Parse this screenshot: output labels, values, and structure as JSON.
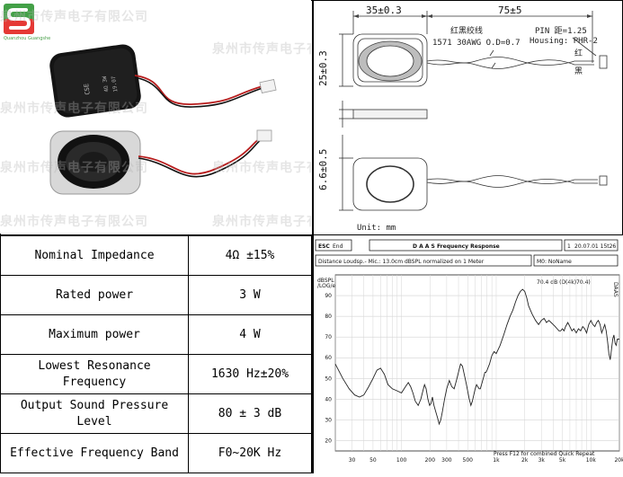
{
  "logo": {
    "sub": "Quanzhou Guangshe"
  },
  "watermark": "泉州市传声电子有限公司",
  "drawing": {
    "dim_width": "35±0.3",
    "dim_cable": "75±5",
    "dim_height": "25±0.3",
    "dim_depth": "6.6±0.5",
    "wire_label": "红黑绞线",
    "wire_spec": "1571 30AWG O.D=0.7",
    "pin_spec": "PIN 距=1.25",
    "housing": "Housing: PHR-2",
    "red": "红",
    "black": "黑",
    "unit": "Unit: mm"
  },
  "specs": [
    {
      "label": "Nominal Impedance",
      "value": "4Ω ±15%"
    },
    {
      "label": "Rated power",
      "value": "3 W"
    },
    {
      "label": "Maximum power",
      "value": "4 W"
    },
    {
      "label": "Lowest Resonance Frequency",
      "value": "1630 Hz±20%"
    },
    {
      "label": "Output Sound Pressure Level",
      "value": "80 ± 3 dB"
    },
    {
      "label": "Effective Frequency Band",
      "value": "F0~20K Hz"
    }
  ],
  "response": {
    "esc": "ESC",
    "end": "End",
    "title": "D A A S  Frequency Response",
    "date": "20.07.01 15t26",
    "index": "1",
    "desc": "Distance Loudsp.- Mic.: 13.0cm dBSPL normalized on 1 Meter",
    "m_label": "M0: NoName",
    "y_unit_1": "dBSPL",
    "y_unit_2": "/LOG/e",
    "readout": "70.4 dB (D(4k)70.4)",
    "side_tag": "DAAS",
    "footer": "Press F12 for combined Quick Repeat"
  },
  "chart_data": {
    "type": "line",
    "title": "Frequency Response",
    "ylabel": "dBSPL",
    "xlabel": "",
    "x_scale": "log",
    "xlim": [
      20,
      20000
    ],
    "ylim": [
      15,
      100
    ],
    "yticks": [
      20,
      30,
      40,
      50,
      60,
      70,
      80,
      90
    ],
    "xticks": [
      30,
      50,
      100,
      200,
      300,
      500,
      1000,
      2000,
      3000,
      5000,
      10000,
      20000
    ],
    "xtick_labels": [
      "30",
      "50",
      "100",
      "200",
      "300",
      "500",
      "1k",
      "2k",
      "3k",
      "5k",
      "10k",
      "20k"
    ],
    "grid": true,
    "series": [
      {
        "points": [
          [
            20,
            57
          ],
          [
            24,
            50
          ],
          [
            28,
            45
          ],
          [
            32,
            42
          ],
          [
            36,
            41
          ],
          [
            40,
            42
          ],
          [
            45,
            46
          ],
          [
            50,
            50
          ],
          [
            55,
            54
          ],
          [
            60,
            55
          ],
          [
            66,
            52
          ],
          [
            72,
            47
          ],
          [
            80,
            45
          ],
          [
            90,
            44
          ],
          [
            100,
            43
          ],
          [
            110,
            46
          ],
          [
            118,
            48
          ],
          [
            125,
            46
          ],
          [
            132,
            43
          ],
          [
            140,
            39
          ],
          [
            150,
            37
          ],
          [
            160,
            40
          ],
          [
            168,
            44
          ],
          [
            175,
            47
          ],
          [
            182,
            45
          ],
          [
            190,
            40
          ],
          [
            198,
            37
          ],
          [
            205,
            38
          ],
          [
            212,
            41
          ],
          [
            220,
            37
          ],
          [
            230,
            34
          ],
          [
            240,
            31
          ],
          [
            250,
            28
          ],
          [
            260,
            30
          ],
          [
            270,
            34
          ],
          [
            285,
            40
          ],
          [
            300,
            45
          ],
          [
            320,
            49
          ],
          [
            340,
            46
          ],
          [
            360,
            45
          ],
          [
            380,
            49
          ],
          [
            400,
            53
          ],
          [
            420,
            57
          ],
          [
            440,
            56
          ],
          [
            460,
            52
          ],
          [
            480,
            48
          ],
          [
            500,
            44
          ],
          [
            520,
            40
          ],
          [
            540,
            37
          ],
          [
            560,
            39
          ],
          [
            580,
            42
          ],
          [
            600,
            45
          ],
          [
            620,
            47
          ],
          [
            640,
            46
          ],
          [
            660,
            45
          ],
          [
            680,
            45
          ],
          [
            700,
            47
          ],
          [
            720,
            49
          ],
          [
            740,
            51
          ],
          [
            760,
            53
          ],
          [
            780,
            53
          ],
          [
            800,
            54
          ],
          [
            850,
            57
          ],
          [
            900,
            61
          ],
          [
            950,
            63
          ],
          [
            1000,
            62
          ],
          [
            1100,
            66
          ],
          [
            1200,
            71
          ],
          [
            1300,
            76
          ],
          [
            1400,
            80
          ],
          [
            1500,
            83
          ],
          [
            1600,
            87
          ],
          [
            1700,
            90
          ],
          [
            1800,
            92
          ],
          [
            1900,
            93
          ],
          [
            2000,
            92
          ],
          [
            2100,
            89
          ],
          [
            2200,
            85
          ],
          [
            2400,
            81
          ],
          [
            2600,
            78
          ],
          [
            2800,
            76
          ],
          [
            3000,
            78
          ],
          [
            3200,
            79
          ],
          [
            3400,
            77
          ],
          [
            3600,
            78
          ],
          [
            3800,
            77
          ],
          [
            4000,
            76
          ],
          [
            4200,
            75
          ],
          [
            4400,
            74
          ],
          [
            4600,
            73
          ],
          [
            4800,
            73
          ],
          [
            5000,
            74
          ],
          [
            5200,
            73
          ],
          [
            5400,
            75
          ],
          [
            5700,
            77
          ],
          [
            6000,
            75
          ],
          [
            6300,
            73
          ],
          [
            6600,
            74
          ],
          [
            7000,
            72
          ],
          [
            7400,
            74
          ],
          [
            7800,
            73
          ],
          [
            8200,
            75
          ],
          [
            8600,
            74
          ],
          [
            9000,
            72
          ],
          [
            9500,
            76
          ],
          [
            10000,
            78
          ],
          [
            10500,
            76
          ],
          [
            11000,
            75
          ],
          [
            11500,
            77
          ],
          [
            12000,
            78
          ],
          [
            12500,
            76
          ],
          [
            13000,
            72
          ],
          [
            13500,
            74
          ],
          [
            14000,
            76
          ],
          [
            14500,
            73
          ],
          [
            15000,
            68
          ],
          [
            15500,
            62
          ],
          [
            16000,
            59
          ],
          [
            16500,
            64
          ],
          [
            17000,
            69
          ],
          [
            17500,
            71
          ],
          [
            18000,
            67
          ],
          [
            18500,
            66
          ],
          [
            19000,
            69
          ],
          [
            20000,
            69
          ]
        ]
      }
    ]
  }
}
